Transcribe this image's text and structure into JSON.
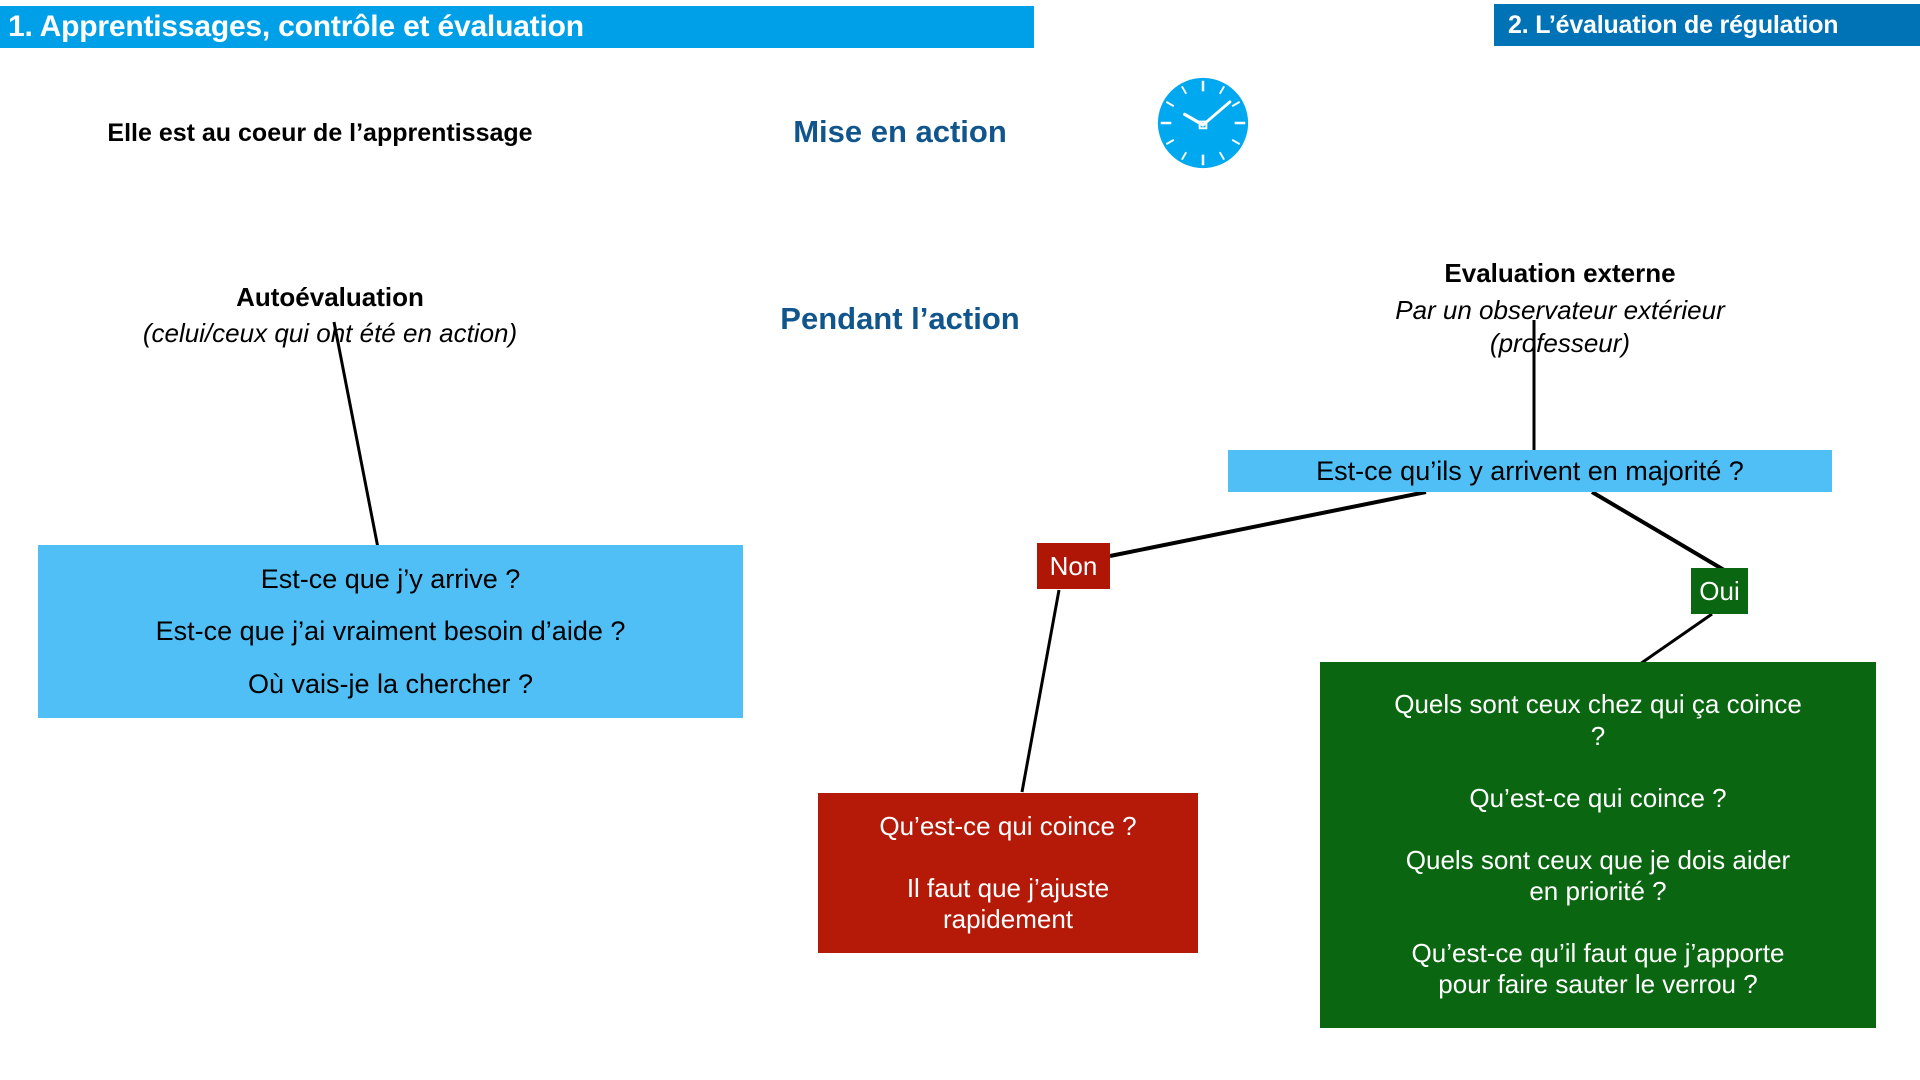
{
  "header": {
    "left_banner": "1. Apprentissages, contrôle et évaluation",
    "right_banner": "2. L’évaluation de régulation",
    "left_banner_color": "#00A0E8",
    "right_banner_color": "#0072B6"
  },
  "labels": {
    "coeur": "Elle est au coeur de l’apprentissage",
    "mise_en_action": "Mise en action",
    "pendant_action": "Pendant l’action",
    "accent_color": "#10558C"
  },
  "autoevaluation": {
    "title": "Autoévaluation",
    "subtitle": "(celui/ceux qui ont été en action)",
    "box_color": "#4FBFF5",
    "questions": [
      "Est-ce que j’y arrive ?",
      "Est-ce que j’ai vraiment besoin d’aide ?",
      "Où vais-je la chercher ?"
    ]
  },
  "evaluation_externe": {
    "title": "Evaluation externe",
    "subtitle_line1": "Par un observateur extérieur",
    "subtitle_line2": "(professeur)",
    "question": "Est-ce qu’ils y arrivent en majorité ?",
    "question_box_color": "#4FBFF5"
  },
  "branches": {
    "non": {
      "label": "Non",
      "color": "#B01606",
      "box_color": "#B51A08",
      "lines": [
        "Qu’est-ce qui coince ?",
        "Il faut que j’ajuste",
        "rapidement"
      ]
    },
    "oui": {
      "label": "Oui",
      "color": "#0A6610",
      "box_color": "#0A6610",
      "lines": [
        "Quels sont ceux chez qui ça coince",
        "?",
        "Qu’est-ce qui coince ?",
        "Quels sont ceux que je dois aider",
        "en priorité ?",
        "Qu’est-ce qu’il faut que j’apporte",
        "pour faire sauter le verrou ?"
      ]
    }
  },
  "icons": {
    "clock": "clock-icon",
    "clock_face_color": "#00A8F0",
    "clock_hands_color": "#FFFFFF"
  }
}
